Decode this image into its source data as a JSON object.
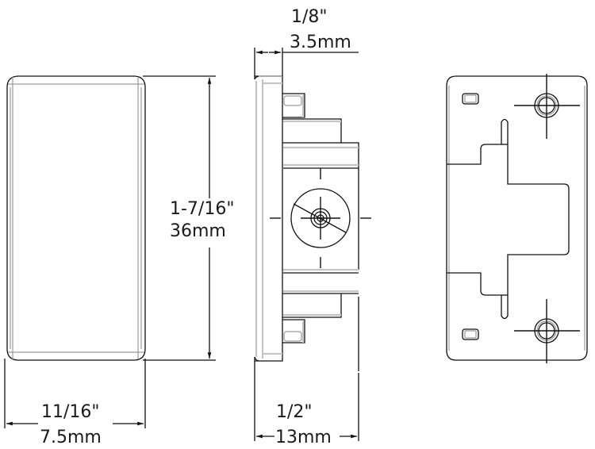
{
  "diagram": {
    "type": "technical-dimension-drawing",
    "views": {
      "front": {
        "label": "front-view",
        "dimensions": {
          "height": {
            "imperial": "1-7/16\"",
            "metric": "36mm"
          },
          "width": {
            "imperial": "11/16\"",
            "metric": "7.5mm"
          }
        }
      },
      "side": {
        "label": "side-view",
        "dimensions": {
          "flange": {
            "imperial": "1/8\"",
            "metric": "3.5mm"
          },
          "depth": {
            "imperial": "1/2\"",
            "metric": "13mm"
          }
        }
      },
      "back": {
        "label": "back-view"
      }
    }
  }
}
